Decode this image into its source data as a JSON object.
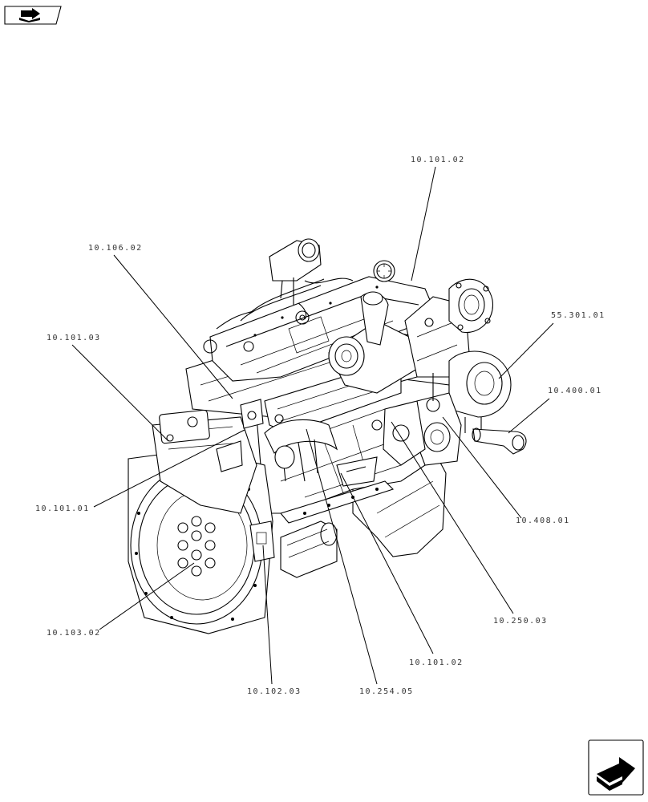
{
  "icons": {
    "top_left": "book-arrow-icon",
    "bottom_right": "next-page-arrow-icon"
  },
  "callouts": [
    {
      "id": "c1",
      "label": "10.101.02"
    },
    {
      "id": "c2",
      "label": "10.106.02"
    },
    {
      "id": "c3",
      "label": "55.301.01"
    },
    {
      "id": "c4",
      "label": "10.101.03"
    },
    {
      "id": "c5",
      "label": "10.400.01"
    },
    {
      "id": "c6",
      "label": "10.101.01"
    },
    {
      "id": "c7",
      "label": "10.408.01"
    },
    {
      "id": "c8",
      "label": "10.250.03"
    },
    {
      "id": "c9",
      "label": "10.103.02"
    },
    {
      "id": "c10",
      "label": "10.101.02"
    },
    {
      "id": "c11",
      "label": "10.102.03"
    },
    {
      "id": "c12",
      "label": "10.254.05"
    }
  ]
}
